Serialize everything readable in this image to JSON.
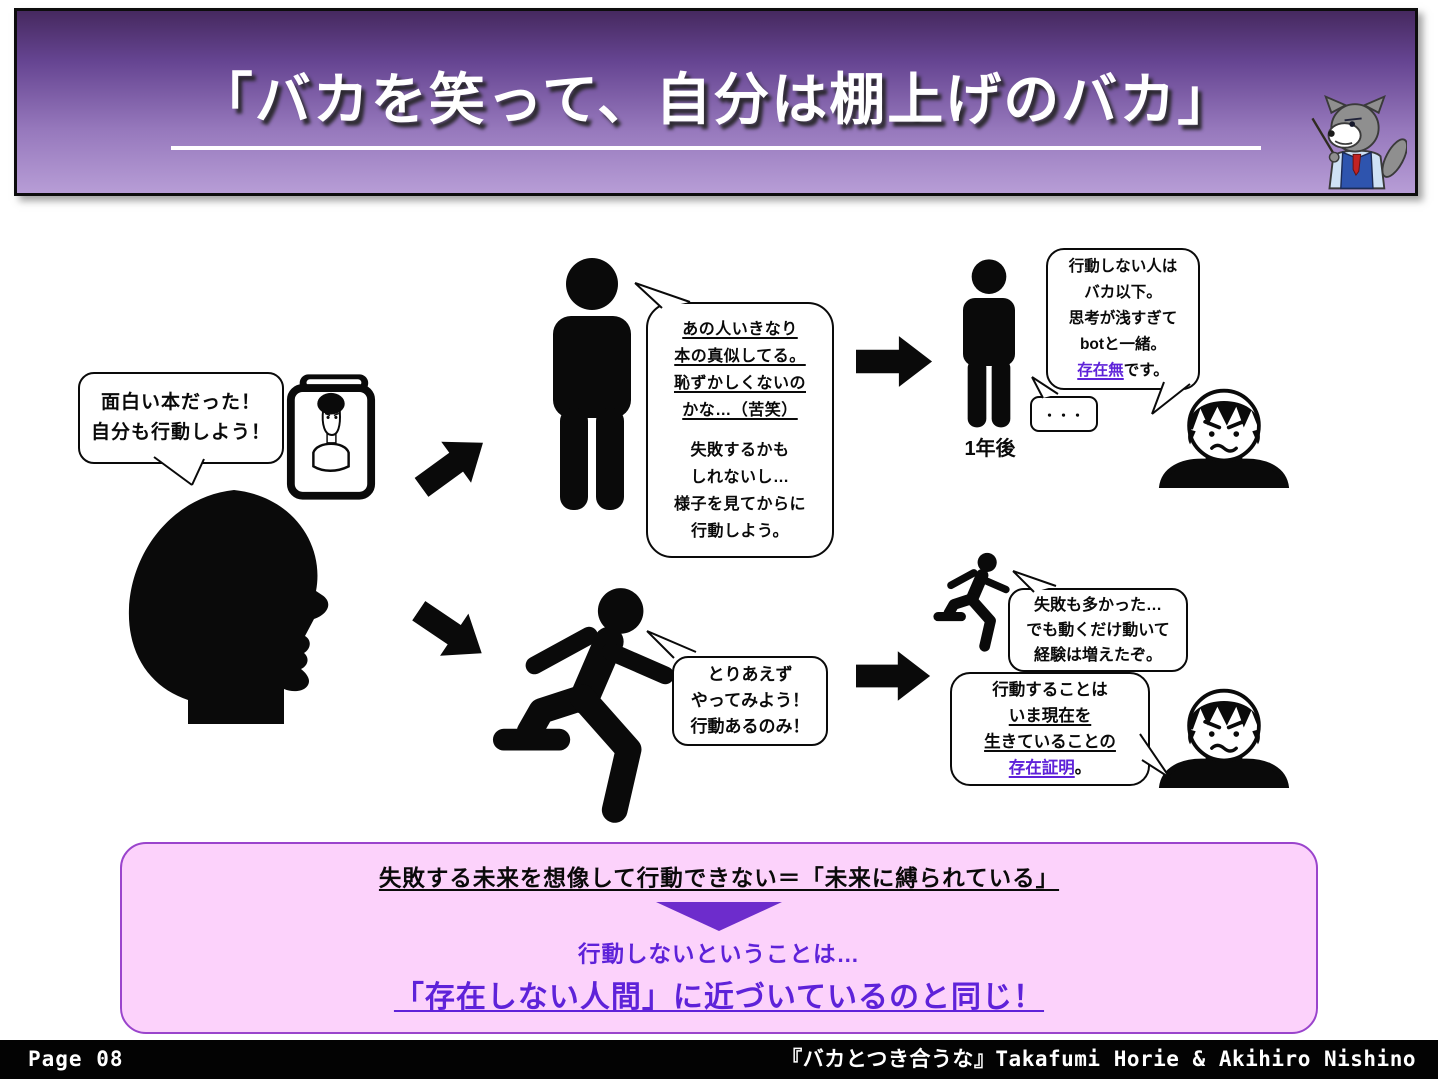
{
  "header": {
    "title": "「バカを笑って、自分は棚上げのバカ」"
  },
  "diagram": {
    "reader_bubble": {
      "lines": [
        "面白い本だった！",
        "自分も行動しよう！"
      ]
    },
    "observer_bubble": {
      "underlined_lines": [
        "あの人いきなり",
        "本の真似してる。",
        "恥ずかしくないの",
        "かな…（苦笑）"
      ],
      "plain_lines": [
        "失敗するかも",
        "しれないし…",
        "様子を見てからに",
        "行動しよう。"
      ]
    },
    "one_year_later": "1年後",
    "silence_bubble": "・・・",
    "judge_bubble": {
      "lines": [
        "行動しない人は",
        "バカ以下。",
        "思考が浅すぎて",
        "botと一緒。"
      ],
      "accent": "存在無",
      "suffix": "です。"
    },
    "doer_bubble": {
      "lines": [
        "とりあえず",
        "やってみよう！",
        "行動あるのみ！"
      ]
    },
    "result_bubble": {
      "lines": [
        "失敗も多かった…",
        "でも動くだけ動いて",
        "経験は増えたぞ。"
      ]
    },
    "proof_bubble": {
      "line1": "行動することは",
      "underlined_lines": [
        "いま現在を",
        "生きていることの"
      ],
      "accent": "存在証明",
      "suffix": "。"
    }
  },
  "conclusion": {
    "line1": "失敗する未来を想像して行動できない＝「未来に縛られている」",
    "line2": "行動しないということは…",
    "line3": "「存在しない人間」に近づいているのと同じ！"
  },
  "footer": {
    "page_label": "Page 08",
    "source": "『バカとつき合うな』Takafumi Horie & Akihiro Nishino"
  },
  "icons": {
    "mascot": "wolf-teacher",
    "reader": "head-silhouette",
    "book": "book-with-face-cover",
    "hesitant_person": "standing-person",
    "doer_person": "running-person",
    "critic": "angry-young-man",
    "flow_arrow": "black-block-arrow"
  },
  "colors": {
    "accent_purple": "#5e22d9",
    "conclusion_fill": "#fcd2fb",
    "conclusion_border": "#9a44cc",
    "conclusion_arrow": "#6d2ccc",
    "header_gradient_top": "#46295f",
    "header_gradient_bottom": "#b79dd6",
    "footer_bg": "#030303",
    "title_color": "#ffffff"
  }
}
